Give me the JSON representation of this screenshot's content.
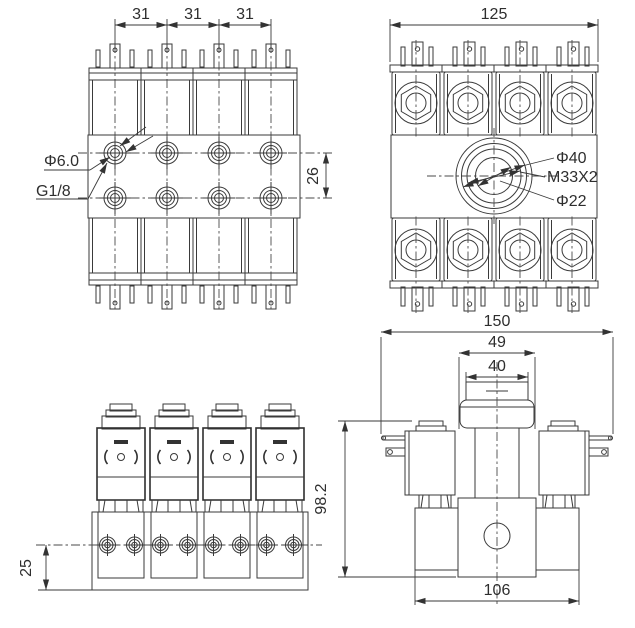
{
  "colors": {
    "line": "#3a3a3a",
    "text": "#2e2e2e",
    "background": "#ffffff"
  },
  "views": {
    "top_view": {
      "pitch": [
        "31",
        "31",
        "31"
      ],
      "row_spacing": "26",
      "port_diameter": "Φ6.0",
      "port_thread": "G1/8"
    },
    "coil_end_view": {
      "width": "125",
      "boss_diameter": "Φ40",
      "thread_spec": "M33X2",
      "bore_diameter": "Φ22"
    },
    "front_view": {
      "port_center_height": "25"
    },
    "side_view": {
      "overall_width": "150",
      "flange_width": "49",
      "cap_width": "40",
      "overall_height": "98.2",
      "body_width": "106"
    }
  }
}
